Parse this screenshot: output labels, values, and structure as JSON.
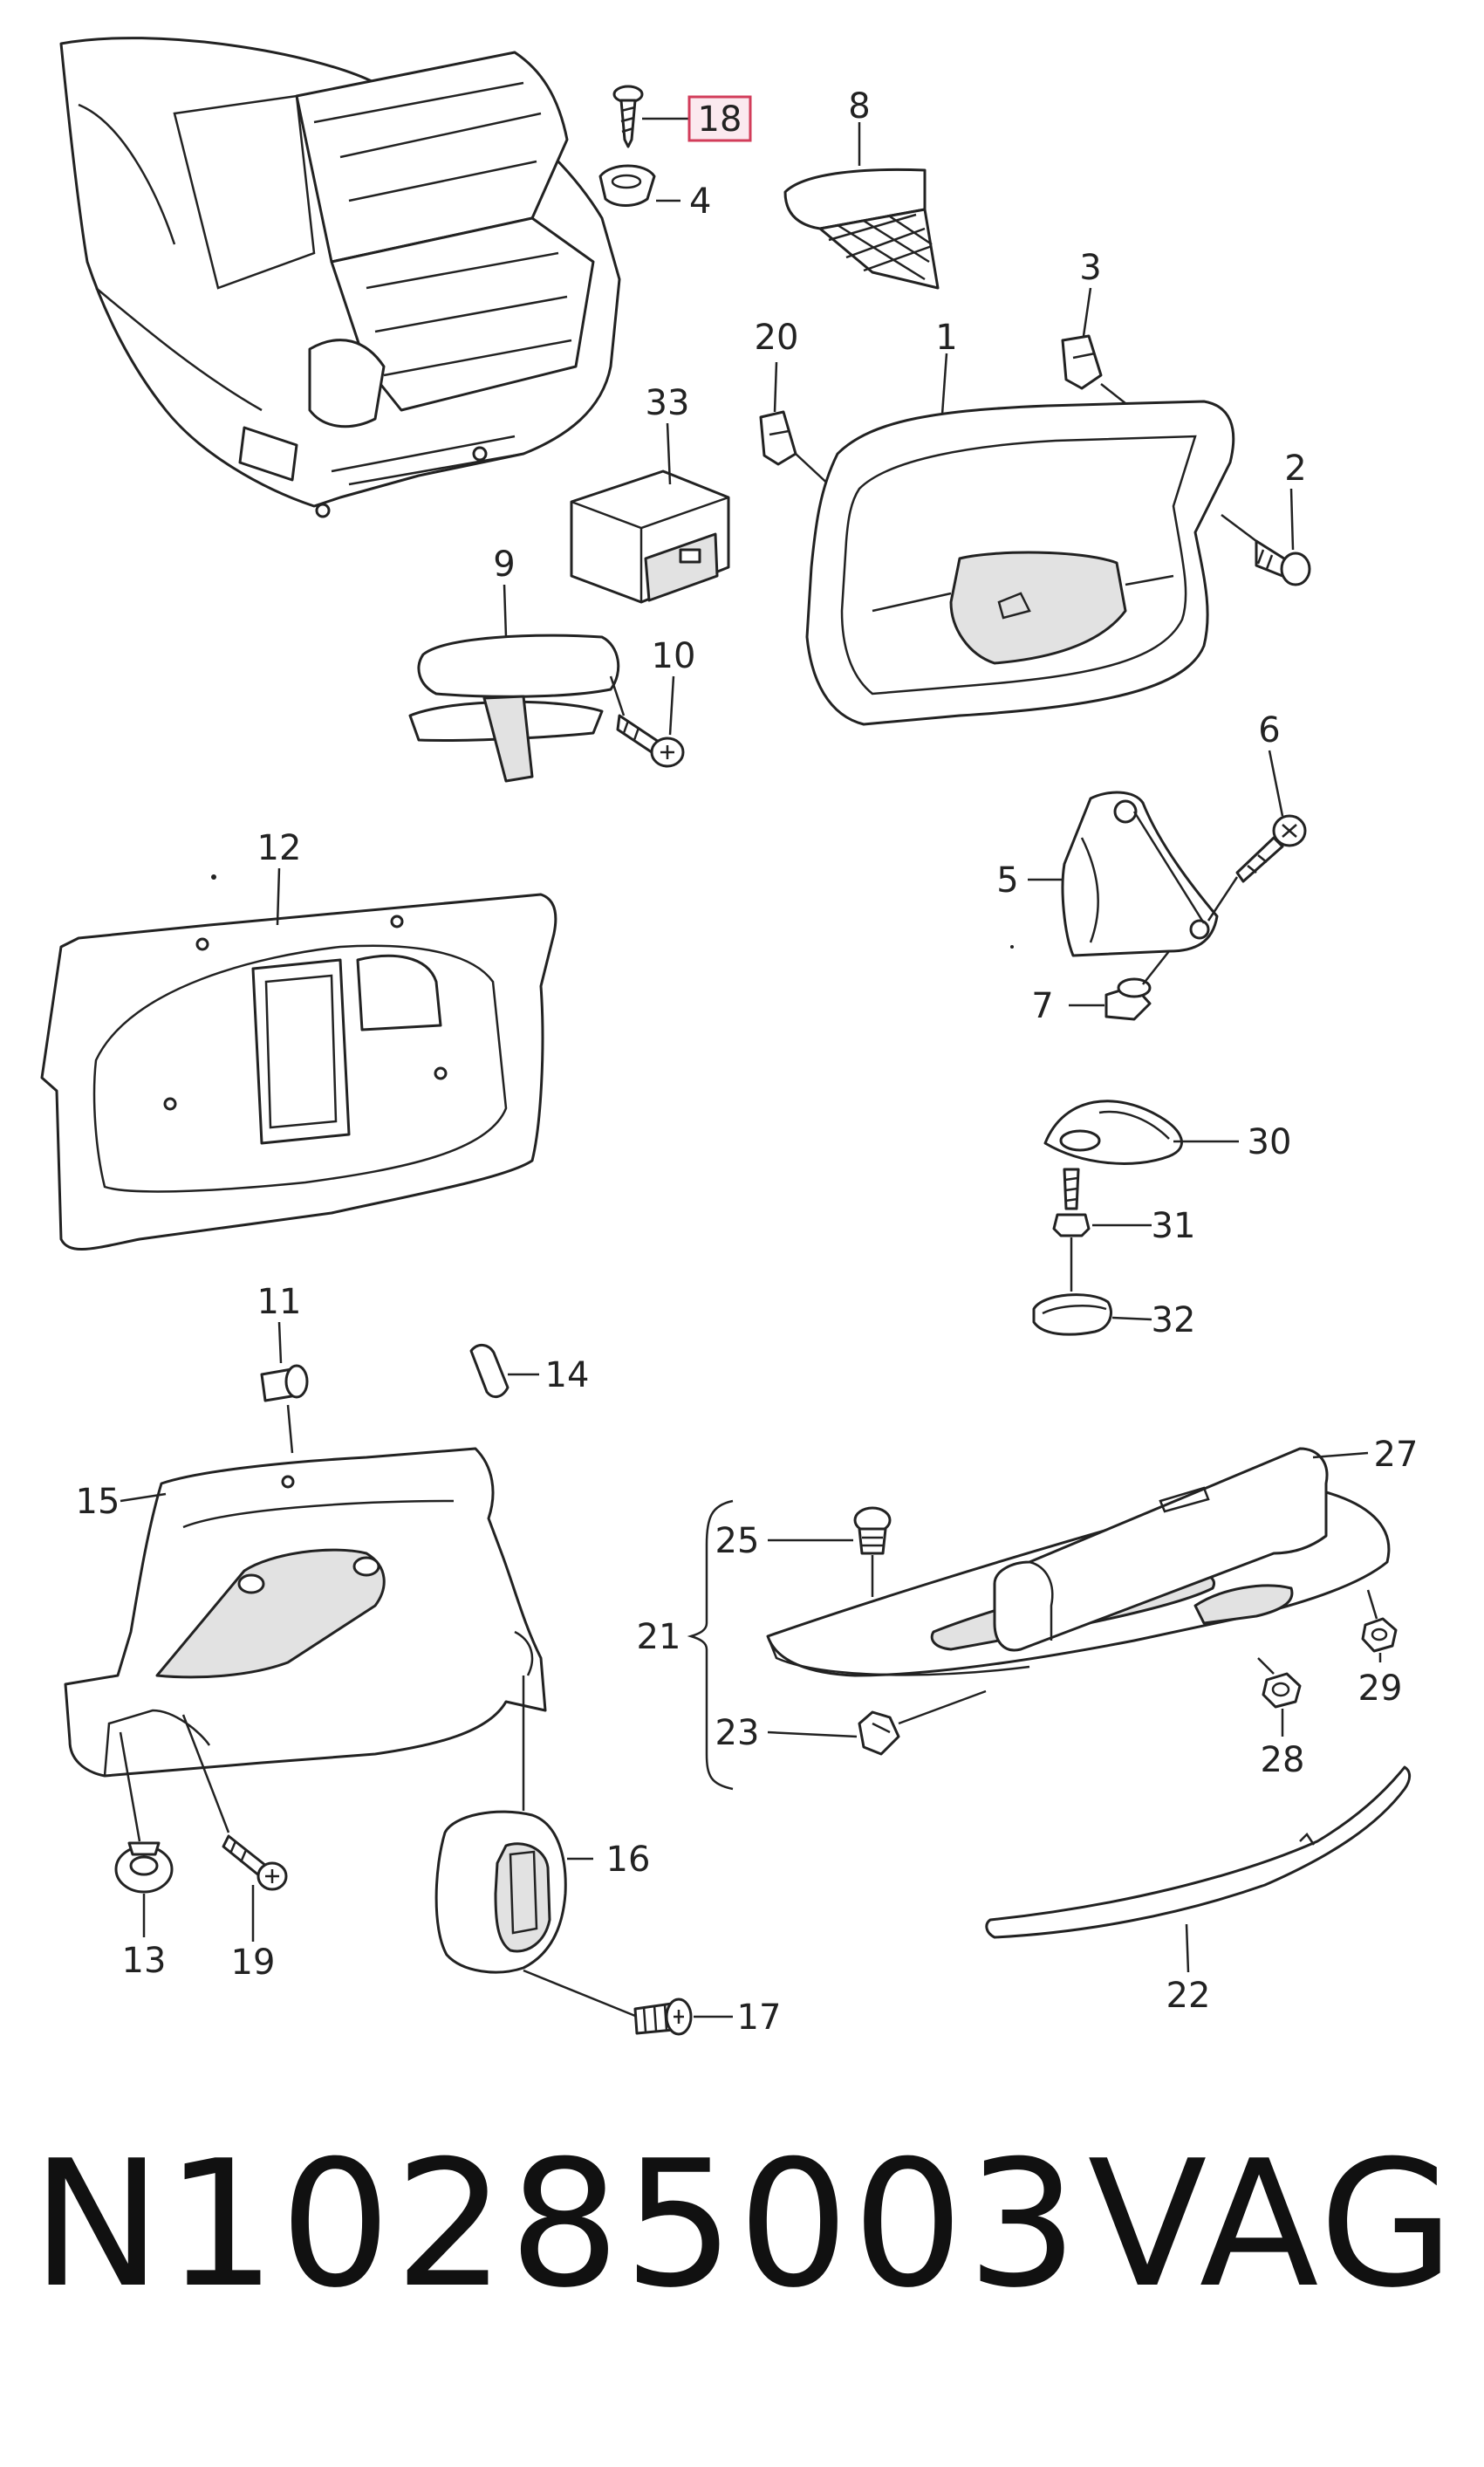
{
  "callouts": {
    "c1": "1",
    "c2": "2",
    "c3": "3",
    "c4": "4",
    "c5": "5",
    "c6": "6",
    "c7": "7",
    "c8": "8",
    "c9": "9",
    "c10": "10",
    "c11": "11",
    "c12": "12",
    "c13": "13",
    "c14": "14",
    "c15": "15",
    "c16": "16",
    "c17": "17",
    "c18": "18",
    "c19": "19",
    "c20": "20",
    "c21": "21",
    "c22": "22",
    "c23": "23",
    "c25": "25",
    "c27": "27",
    "c28": "28",
    "c29": "29",
    "c30": "30",
    "c31": "31",
    "c32": "32",
    "c33": "33"
  },
  "highlighted_callout": "18",
  "colors": {
    "line": "#222222",
    "highlight_border": "#d23c5a",
    "highlight_fill": "#fbe9ef"
  },
  "footer": {
    "part_number": "N10285003",
    "brand": "VAG"
  }
}
